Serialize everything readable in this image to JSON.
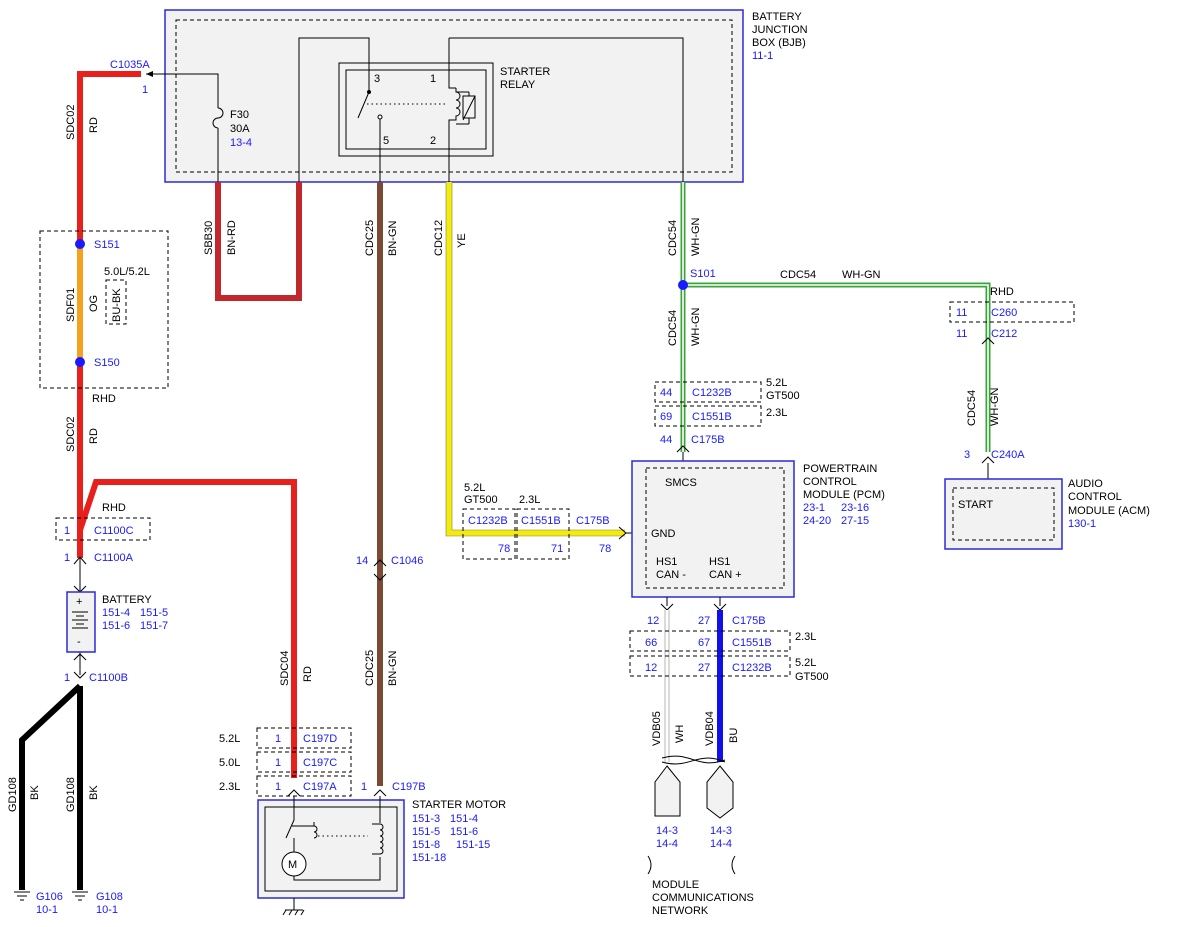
{
  "components": {
    "bjb": {
      "name": [
        "BATTERY",
        "JUNCTION",
        "BOX (BJB)"
      ],
      "ref": "11-1"
    },
    "fuse": {
      "name": "F30",
      "rating": "30A",
      "ref": "13-4"
    },
    "relay": {
      "name": [
        "STARTER",
        "RELAY"
      ],
      "pins": [
        "3",
        "1",
        "5",
        "2"
      ]
    },
    "pcm": {
      "name": [
        "POWERTRAIN",
        "CONTROL",
        "MODULE (PCM)"
      ],
      "refs": [
        "23-1",
        "23-16",
        "24-20",
        "27-15"
      ],
      "smcs": "SMCS",
      "gnd": "GND",
      "can_lo": [
        "HS1",
        "CAN -"
      ],
      "can_hi": [
        "HS1",
        "CAN +"
      ]
    },
    "acm": {
      "name": [
        "AUDIO",
        "CONTROL",
        "MODULE (ACM)"
      ],
      "ref": "130-1",
      "start": "START"
    },
    "battery": {
      "name": "BATTERY",
      "refs": [
        "151-4",
        "151-5",
        "151-6",
        "151-7"
      ],
      "pos": "+",
      "neg": "-"
    },
    "starter": {
      "name": "STARTER MOTOR",
      "refs": [
        "151-3",
        "151-4",
        "151-5",
        "151-6",
        "151-8",
        "151-15",
        "151-18"
      ]
    },
    "network": {
      "name": [
        "MODULE",
        "COMMUNICATIONS",
        "NETWORK"
      ],
      "refs_wh": [
        "14-3",
        "14-4"
      ],
      "refs_bu": [
        "14-3",
        "14-4"
      ]
    }
  },
  "connectors": {
    "c1035a": {
      "name": "C1035A",
      "pin": "1"
    },
    "c1100c": {
      "name": "C1100C",
      "pin": "1",
      "note": "RHD"
    },
    "c1100a": {
      "name": "C1100A",
      "pin": "1"
    },
    "c1100b": {
      "name": "C1100B",
      "pin": "1"
    },
    "c1046": {
      "name": "C1046",
      "pin": "14"
    },
    "c197d": {
      "name": "C197D",
      "pin": "1",
      "engine": "5.2L"
    },
    "c197c": {
      "name": "C197C",
      "pin": "1",
      "engine": "5.0L"
    },
    "c197a": {
      "name": "C197A",
      "pin": "1",
      "engine": "2.3L"
    },
    "c197b": {
      "name": "C197B",
      "pin": "1"
    },
    "c1232b_gnd": {
      "name": "C1232B",
      "pin": "78",
      "engine": [
        "5.2L",
        "GT500"
      ]
    },
    "c1551b_gnd": {
      "name": "C1551B",
      "pin": "71",
      "engine": "2.3L"
    },
    "c175b_gnd": {
      "name": "C175B",
      "pin": "78"
    },
    "c1232b_smcs": {
      "name": "C1232B",
      "pin": "44",
      "engine": [
        "5.2L",
        "GT500"
      ]
    },
    "c1551b_smcs": {
      "name": "C1551B",
      "pin": "69",
      "engine": "2.3L"
    },
    "c175b_smcs": {
      "name": "C175B",
      "pin": "44"
    },
    "c260": {
      "name": "C260",
      "pin": "11",
      "note": "RHD"
    },
    "c212": {
      "name": "C212",
      "pin": "11"
    },
    "c240a": {
      "name": "C240A",
      "pin": "3"
    },
    "c175b_can": {
      "name": "C175B",
      "pins": [
        "12",
        "27"
      ]
    },
    "c1551b_can": {
      "name": "C1551B",
      "pins": [
        "66",
        "67"
      ],
      "engine": "2.3L"
    },
    "c1232b_can": {
      "name": "C1232B",
      "pins": [
        "12",
        "27"
      ],
      "engine": [
        "5.2L",
        "GT500"
      ]
    }
  },
  "splices": {
    "s151": "S151",
    "s150": "S150",
    "s101": "S101"
  },
  "wires": {
    "sdc02_top": {
      "circuit": "SDC02",
      "color": "RD"
    },
    "sdf01": {
      "circuit": "SDF01",
      "color": "OG",
      "alt_color": "BU-BK",
      "note": "5.0L/5.2L",
      "rhd": "RHD"
    },
    "sdc02_mid": {
      "circuit": "SDC02",
      "color": "RD"
    },
    "rhd_label": "RHD",
    "sbb30": {
      "circuit": "SBB30",
      "color": "BN-RD"
    },
    "cdc25_top": {
      "circuit": "CDC25",
      "color": "BN-GN"
    },
    "cdc12": {
      "circuit": "CDC12",
      "color": "YE"
    },
    "cdc54_top": {
      "circuit": "CDC54",
      "color": "WH-GN"
    },
    "cdc54_horiz": {
      "circuit": "CDC54",
      "color": "WH-GN"
    },
    "cdc54_down": {
      "circuit": "CDC54",
      "color": "WH-GN"
    },
    "cdc54_acm": {
      "circuit": "CDC54",
      "color": "WH-GN"
    },
    "sdc04": {
      "circuit": "SDC04",
      "color": "RD"
    },
    "cdc25_bot": {
      "circuit": "CDC25",
      "color": "BN-GN"
    },
    "gd108_a": {
      "circuit": "GD108",
      "color": "BK"
    },
    "gd108_b": {
      "circuit": "GD108",
      "color": "BK"
    },
    "vdb05": {
      "circuit": "VDB05",
      "color": "WH"
    },
    "vdb04": {
      "circuit": "VDB04",
      "color": "BU"
    }
  },
  "grounds": {
    "g106": {
      "name": "G106",
      "ref": "10-1"
    },
    "g108": {
      "name": "G108",
      "ref": "10-1"
    }
  },
  "wire_colors": {
    "red": "#e8201c",
    "dark_red": "#c0282b",
    "orange": "#f5a21e",
    "brown": "#7a4a35",
    "yellow": "#f2ea15",
    "blue": "#1010e8",
    "black": "#000000",
    "green": "#3aa33a",
    "gray": "#b5b5b5",
    "splice": "#1a1aff"
  }
}
